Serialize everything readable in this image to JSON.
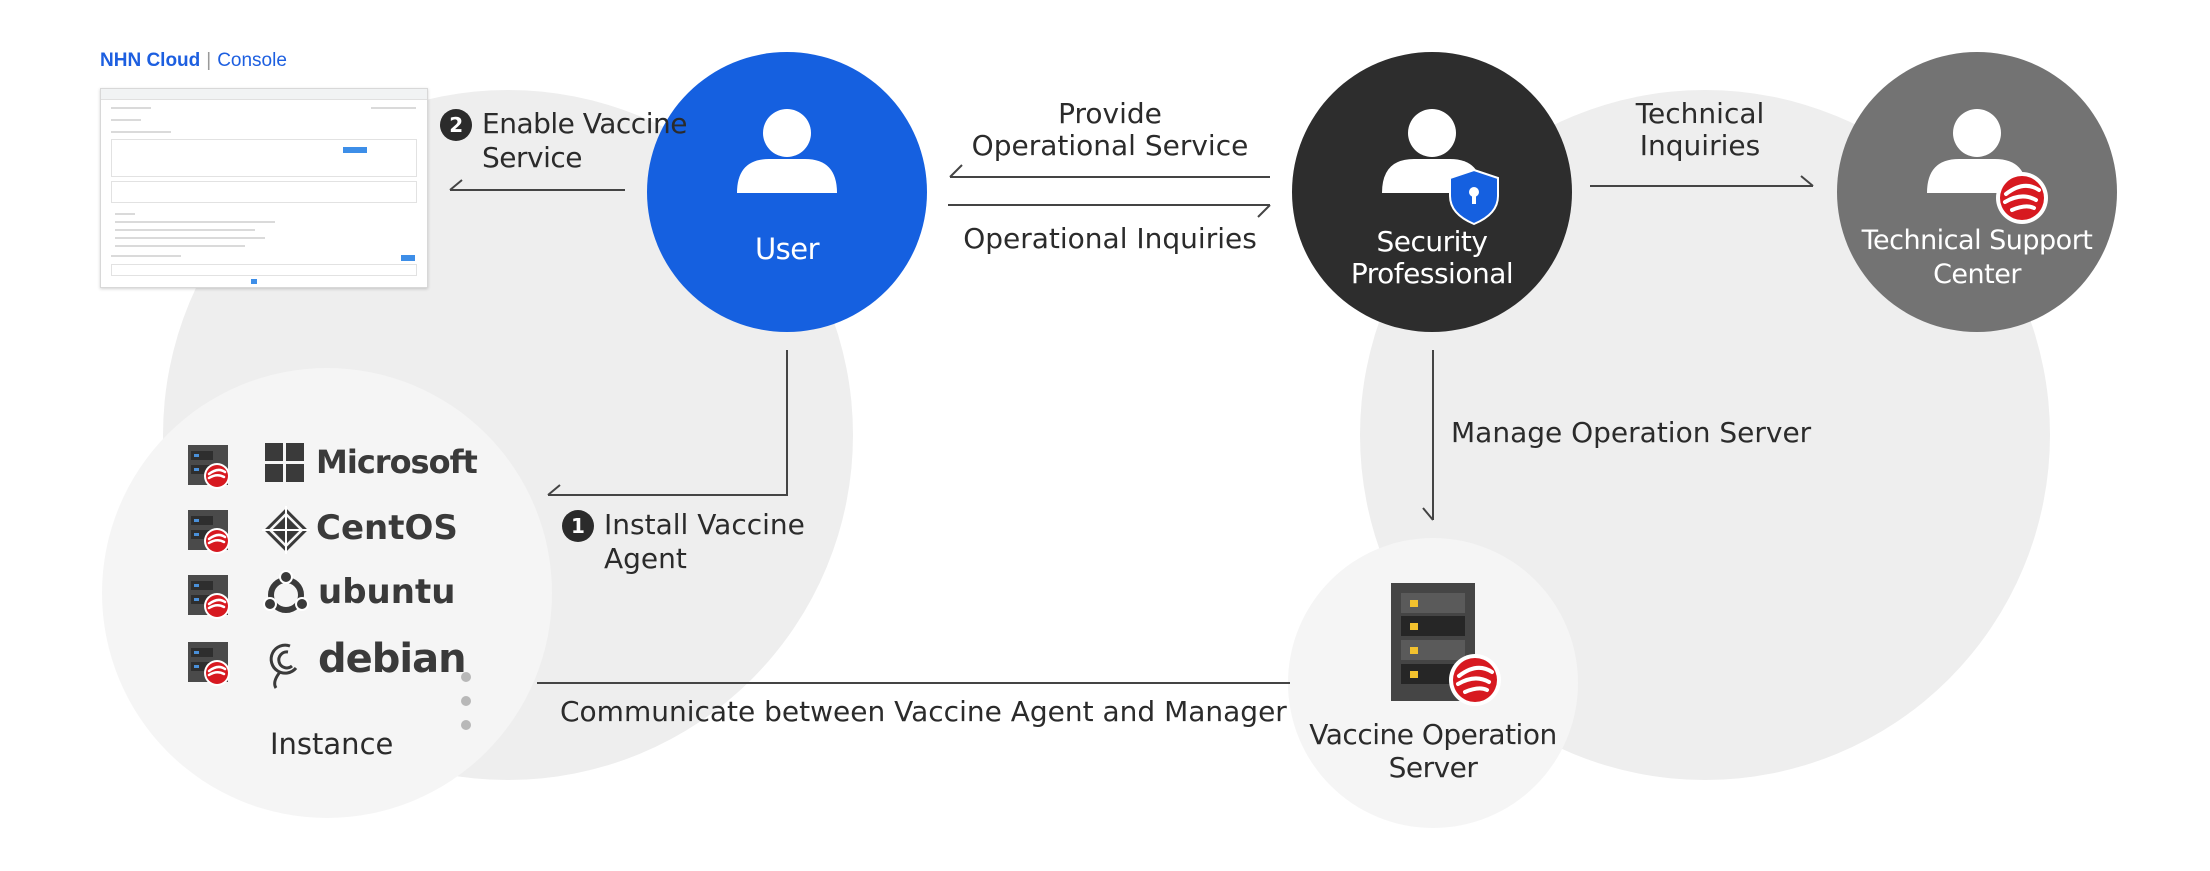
{
  "brand": {
    "name_bold": "NHN Cloud",
    "separator": "|",
    "console": "Console"
  },
  "nodes": {
    "user": {
      "label": "User",
      "color": "#1560e0"
    },
    "security": {
      "line1": "Security",
      "line2": "Professional",
      "color": "#2d2d2d"
    },
    "support": {
      "line1": "Technical Support",
      "line2": "Center",
      "color": "#737373"
    },
    "server": {
      "line1": "Vaccine Operation",
      "line2": "Server"
    },
    "instance": {
      "label": "Instance"
    }
  },
  "edges": {
    "enable": {
      "step": "2",
      "line1": "Enable Vaccine",
      "line2": "Service"
    },
    "install": {
      "step": "1",
      "line1": "Install Vaccine",
      "line2": "Agent"
    },
    "provide": {
      "line1": "Provide",
      "line2": "Operational Service"
    },
    "inquiries": {
      "label": "Operational Inquiries"
    },
    "technical": {
      "line1": "Technical",
      "line2": "Inquiries"
    },
    "manage": {
      "label": "Manage Operation Server"
    },
    "communicate": {
      "label": "Communicate between Vaccine Agent and Manager"
    }
  },
  "os_list": [
    {
      "name": "Microsoft",
      "icon": "windows-logo"
    },
    {
      "name": "CentOS",
      "icon": "centos-logo"
    },
    {
      "name": "ubuntu",
      "icon": "ubuntu-logo"
    },
    {
      "name": "debian",
      "icon": "debian-logo"
    }
  ],
  "colors": {
    "user_blue": "#1560e0",
    "security_dark": "#2d2d2d",
    "support_gray": "#737373",
    "background_circle": "#eeeeee",
    "inner_circle": "#f5f5f5",
    "shield_blue": "#1560e0",
    "trend_red": "#d71920",
    "server_gold": "#f2c12e"
  }
}
